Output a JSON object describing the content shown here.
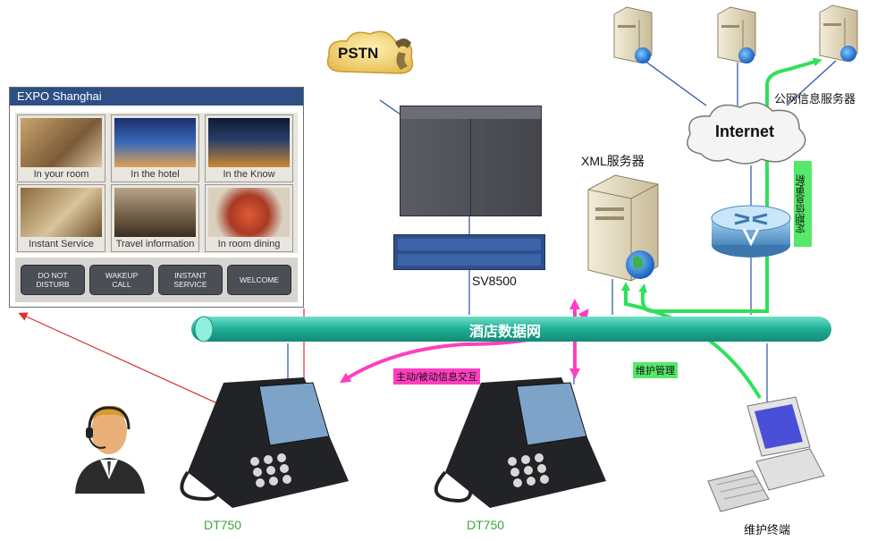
{
  "expo": {
    "title": "EXPO Shanghai",
    "tiles": [
      {
        "label": "In your room"
      },
      {
        "label": "In the hotel"
      },
      {
        "label": "In the Know"
      },
      {
        "label": "Instant Service"
      },
      {
        "label": "Travel information"
      },
      {
        "label": "In room dining"
      }
    ],
    "buttons": [
      {
        "label": "DO NOT\nDISTURB"
      },
      {
        "label": "WAKEUP\nCALL"
      },
      {
        "label": "INSTANT\nSERVICE"
      },
      {
        "label": "WELCOME"
      }
    ]
  },
  "pstn": {
    "label": "PSTN"
  },
  "pbx": {
    "label": "SV8500"
  },
  "xml_server": {
    "label": "XML服务器"
  },
  "internet": {
    "label": "Internet"
  },
  "public_servers": {
    "label": "公网信息服务器"
  },
  "network": {
    "label": "酒店数据网"
  },
  "links": {
    "interaction": "主动/被动信息交互",
    "maintenance": "维护管理",
    "fetch": "定期信息更新"
  },
  "phones": [
    {
      "label": "DT750"
    },
    {
      "label": "DT750"
    }
  ],
  "terminal": {
    "label": "维护终端"
  },
  "colors": {
    "network_bar": "#1fae95",
    "green_arrow": "#2fe05a",
    "magenta_arrow": "#ff3fbf",
    "red_arrow": "#e03030",
    "expo_header": "#2e4f85"
  }
}
